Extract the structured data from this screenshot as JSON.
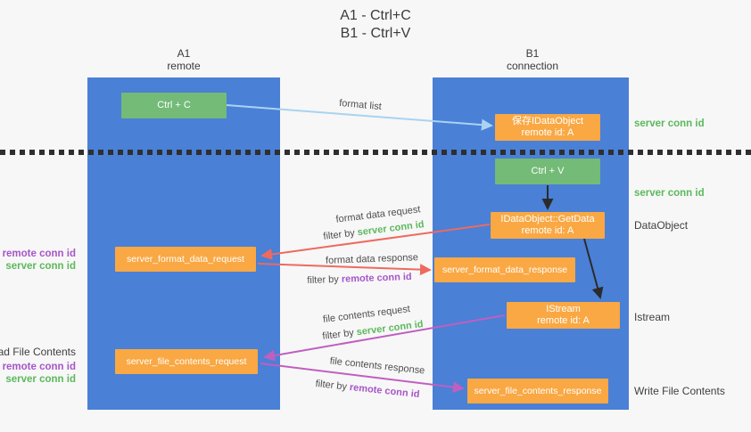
{
  "title": {
    "line1": "A1 - Ctrl+C",
    "line2": "B1 - Ctrl+V"
  },
  "columns": {
    "a1": {
      "name": "A1",
      "subtitle": "remote"
    },
    "b1": {
      "name": "B1",
      "subtitle": "connection"
    }
  },
  "nodes": {
    "ctrl_c": {
      "label": "Ctrl + C"
    },
    "save_idataobject": {
      "line1": "保存IDataObject",
      "line2": "remote id: A"
    },
    "ctrl_v": {
      "label": "Ctrl + V"
    },
    "getdata": {
      "line1": "IDataObject::GetData",
      "line2": "remote id: A"
    },
    "server_format_data_request": {
      "label": "server_format_data_request"
    },
    "server_format_data_response": {
      "label": "server_format_data_response"
    },
    "istream": {
      "line1": "IStream",
      "line2": "remote id: A"
    },
    "server_file_contents_request": {
      "label": "server_file_contents_request"
    },
    "server_file_contents_response": {
      "label": "server_file_contents_response"
    }
  },
  "annotations": {
    "format_list": "format list",
    "format_data_request": "format data request",
    "format_request_filter": {
      "prefix": "filter by ",
      "value": "server conn id"
    },
    "format_data_response": "format data response",
    "format_response_filter": {
      "prefix": "filter by ",
      "value": "remote conn id"
    },
    "file_contents_request": "file contents request",
    "file_request_filter": {
      "prefix": "filter by ",
      "value": "server conn id"
    },
    "file_contents_response": "file contents response",
    "file_response_filter": {
      "prefix": "filter by ",
      "value": "remote conn id"
    }
  },
  "left_labels": {
    "remote_conn_id_1": "remote conn id",
    "server_conn_id_1": "server conn id",
    "read_file_contents": "Read File Contents",
    "remote_conn_id_2": "remote conn id",
    "server_conn_id_2": "server conn id"
  },
  "right_labels": {
    "server_conn_id_1": "server conn id",
    "server_conn_id_2": "server conn id",
    "dataobject": "DataObject",
    "istream": "Istream",
    "write_file_contents": "Write File Contents"
  },
  "colors": {
    "column_blue": "#4a80d6",
    "node_green": "#73bb77",
    "node_orange": "#f9a844",
    "arrow_red": "#ed6a60",
    "arrow_magenta": "#c05fc0",
    "arrow_light_blue": "#a9d3f1",
    "arrow_black": "#2b2b2b",
    "text_green": "#5cb85c",
    "text_purple": "#a855c8",
    "text_gray": "#4f4f4f"
  }
}
